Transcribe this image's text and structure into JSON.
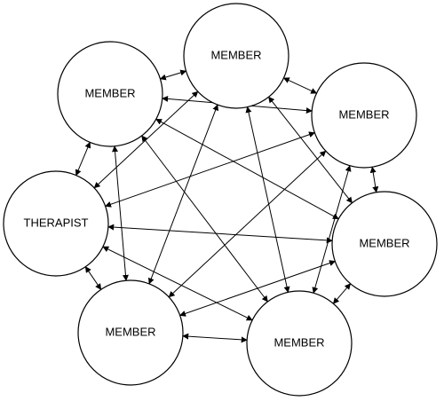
{
  "nodes": [
    {
      "id": "n-top",
      "label": "MEMBER"
    },
    {
      "id": "n-upper-left",
      "label": "MEMBER"
    },
    {
      "id": "n-upper-right",
      "label": "MEMBER"
    },
    {
      "id": "n-therapist",
      "label": "THERAPIST"
    },
    {
      "id": "n-right",
      "label": "MEMBER"
    },
    {
      "id": "n-lower-left",
      "label": "MEMBER"
    },
    {
      "id": "n-lower-right",
      "label": "MEMBER"
    }
  ],
  "edges": [
    [
      "n-upper-left",
      "n-top"
    ],
    [
      "n-top",
      "n-upper-right"
    ],
    [
      "n-upper-left",
      "n-therapist"
    ],
    [
      "n-upper-right",
      "n-right"
    ],
    [
      "n-therapist",
      "n-lower-left"
    ],
    [
      "n-right",
      "n-lower-right"
    ],
    [
      "n-lower-left",
      "n-lower-right"
    ],
    [
      "n-therapist",
      "n-top"
    ],
    [
      "n-therapist",
      "n-upper-right"
    ],
    [
      "n-therapist",
      "n-right"
    ],
    [
      "n-therapist",
      "n-lower-right"
    ],
    [
      "n-upper-left",
      "n-upper-right"
    ],
    [
      "n-upper-left",
      "n-right"
    ],
    [
      "n-upper-left",
      "n-lower-right"
    ],
    [
      "n-upper-left",
      "n-lower-left"
    ],
    [
      "n-top",
      "n-right"
    ],
    [
      "n-top",
      "n-lower-left"
    ],
    [
      "n-top",
      "n-lower-right"
    ],
    [
      "n-upper-right",
      "n-lower-left"
    ],
    [
      "n-upper-right",
      "n-lower-right"
    ],
    [
      "n-right",
      "n-lower-left"
    ]
  ],
  "colors": {
    "stroke": "#000000",
    "fill": "#ffffff"
  }
}
